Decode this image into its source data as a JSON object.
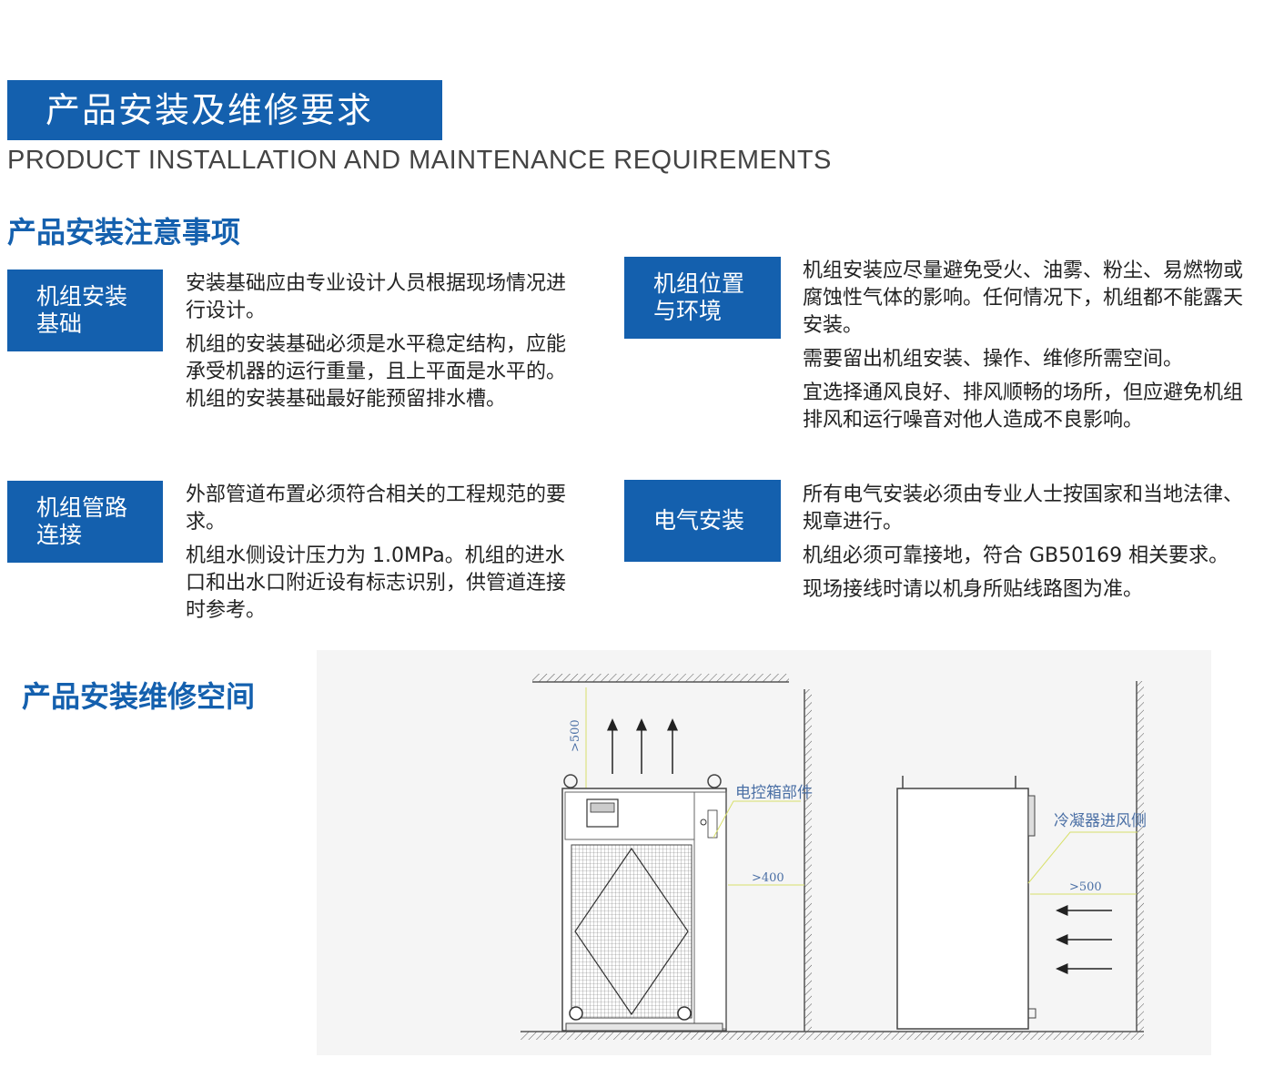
{
  "header": {
    "title": "产品安装及维修要求",
    "subtitle": "PRODUCT INSTALLATION AND MAINTENANCE REQUIREMENTS"
  },
  "notes_section": {
    "title": "产品安装注意事项",
    "items": [
      {
        "tag_lines": [
          "机组安装",
          "基础"
        ],
        "paragraphs": [
          "安装基础应由专业设计人员根据现场情况进行设计。",
          "机组的安装基础必须是水平稳定结构，应能承受机器的运行重量，且上平面是水平的。机组的安装基础最好能预留排水槽。"
        ]
      },
      {
        "tag_lines": [
          "机组位置",
          "与环境"
        ],
        "paragraphs": [
          "机组安装应尽量避免受火、油雾、粉尘、易燃物或腐蚀性气体的影响。任何情况下，机组都不能露天安装。",
          "需要留出机组安装、操作、维修所需空间。",
          "宜选择通风良好、排风顺畅的场所，但应避免机组排风和运行噪音对他人造成不良影响。"
        ]
      },
      {
        "tag_lines": [
          "机组管路",
          "连接"
        ],
        "paragraphs": [
          "外部管道布置必须符合相关的工程规范的要求。",
          "机组水侧设计压力为 1.0MPa。机组的进水口和出水口附近设有标志识别，供管道连接时参考。"
        ]
      },
      {
        "tag_lines": [
          "电气安装"
        ],
        "paragraphs": [
          "所有电气安装必须由专业人士按国家和当地法律、规章进行。",
          "机组必须可靠接地，符合 GB50169 相关要求。",
          "现场接线时请以机身所贴线路图为准。"
        ]
      }
    ]
  },
  "space_section": {
    "title": "产品安装维修空间"
  },
  "diagram": {
    "label_top_clearance": ">500",
    "label_side_clearance": ">400",
    "label_rear_clearance": ">500",
    "label_control_box": "电控箱部件",
    "label_condenser_inlet": "冷凝器进风侧"
  },
  "colors": {
    "brand_blue": "#1460ae",
    "diagram_line": "#555555",
    "diagram_label": "#4a6fa5",
    "leader_line": "#d8e06a"
  }
}
